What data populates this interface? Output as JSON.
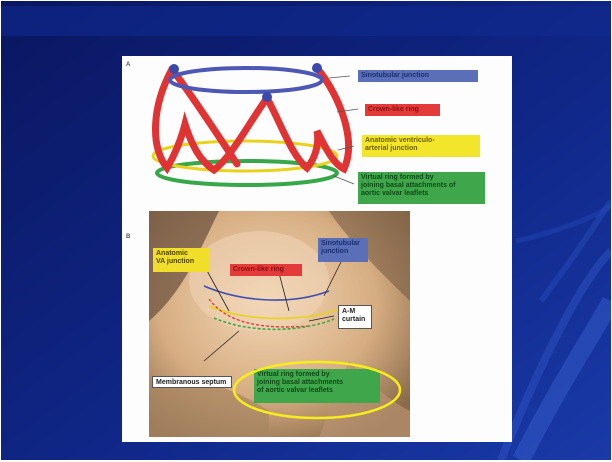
{
  "slide": {
    "colors": {
      "background": "#0b1d6b",
      "highlight": "#2e56c8"
    }
  },
  "panel_a": {
    "letter": "A",
    "labels": {
      "sinotubular": "Sinotubular junction",
      "crown": "Crown-like ring",
      "anatomic_va": "Anatomic ventriculo-\narterial junction",
      "virtual_ring": "Virtual ring formed by\njoining basal attachments of\naortic valvar leaflets"
    }
  },
  "panel_b": {
    "letter": "B",
    "labels": {
      "anatomic_va": "Anatomic\nVA junction",
      "crown": "Crown-like ring",
      "sinotubular": "Sinotubular\njunction",
      "am_curtain": "A-M\ncurtain",
      "membranous": "Membranous septum",
      "virtual_ring": "Virtual ring formed by\njoining basal attachments\nof aortic valvar leaflets"
    }
  }
}
